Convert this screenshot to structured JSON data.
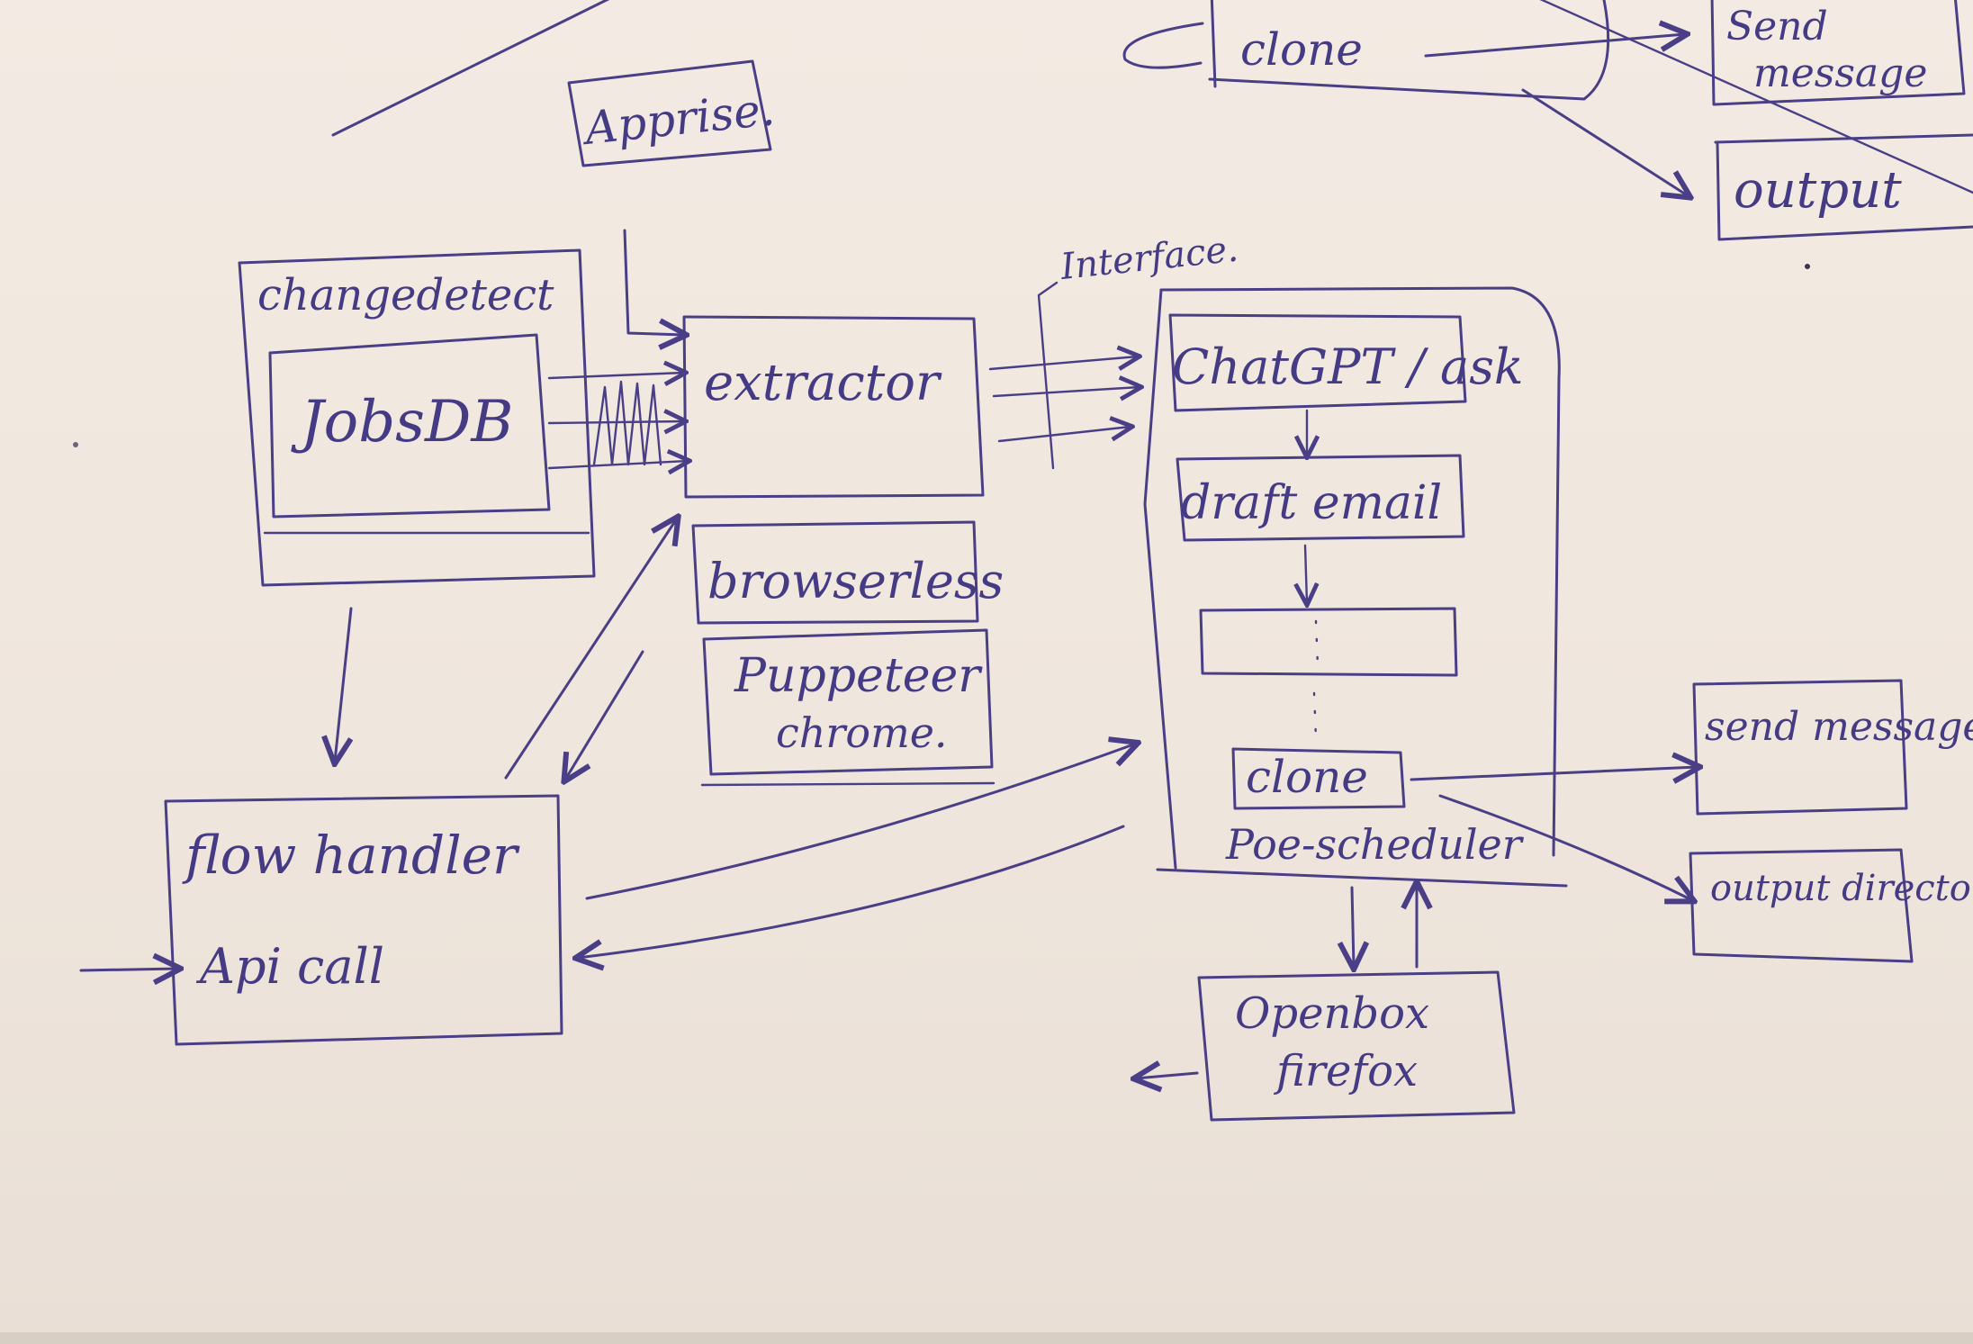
{
  "diagram": {
    "labels": {
      "apprise": "Apprise.",
      "changedetect": "changedetect",
      "jobsdb": "JobsDB",
      "extractor": "extractor",
      "browserless": "browserless",
      "puppeteer": "Puppeteer",
      "chrome": "chrome.",
      "interface": "Interface.",
      "chatgpt_ask": "ChatGPT / ask",
      "draft_email": "draft email",
      "clone_main": "clone",
      "poe_scheduler": "Poe-scheduler",
      "send_message": "send message",
      "output_directory": "output directory",
      "openbox": "Openbox",
      "firefox": "firefox",
      "flow_handler": "flow handler",
      "api_call": "Api call",
      "clone_top": "clone",
      "send_top_1": "Send",
      "send_top_2": "message",
      "output_top": "output"
    },
    "ink_color": "#4a3f86",
    "paper_color": "#f1e9e0"
  }
}
